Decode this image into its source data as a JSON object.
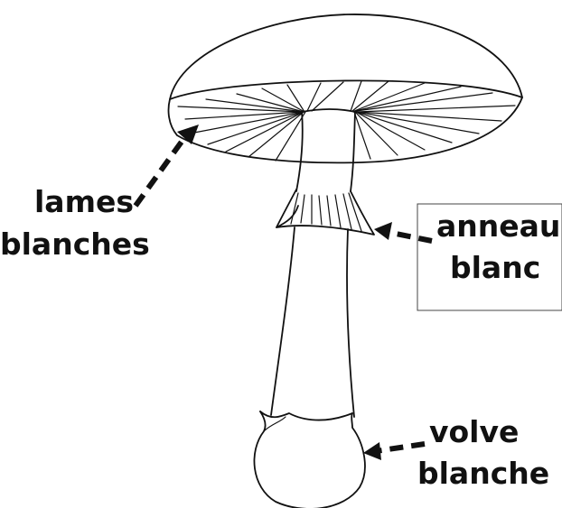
{
  "labels": {
    "gills_line1": "lames",
    "gills_line2": "blanches",
    "ring_line1": "anneau",
    "ring_line2": "blanc",
    "volva_line1": "volve",
    "volva_line2": "blanche"
  },
  "colors": {
    "ink": "#111111",
    "background": "#ffffff"
  }
}
